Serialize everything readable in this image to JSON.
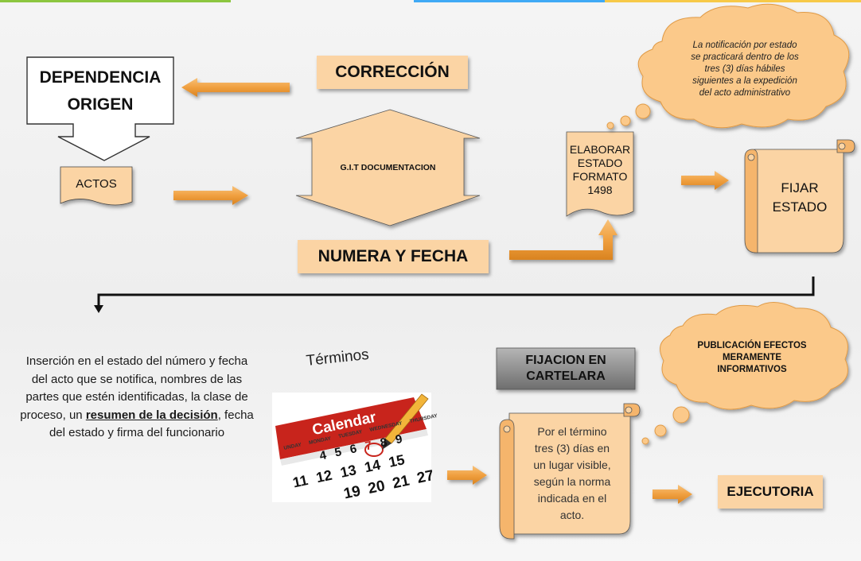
{
  "colors": {
    "peach_fill": "#fbd4a4",
    "arrow_orange": "#f0a040",
    "cloud_fill": "#fbc98a",
    "gray_box": "#8e8e8e",
    "top_bar": [
      "#8cc63f",
      "#3fa9f5",
      "#f7c948"
    ]
  },
  "dependencia_origen": {
    "line1": "DEPENDENCIA",
    "line2": "ORIGEN"
  },
  "actos": "ACTOS",
  "correccion": "CORRECCIÓN",
  "git": "G.I.T DOCUMENTACION",
  "numera_fecha": "NUMERA Y FECHA",
  "elaborar": {
    "line1": "ELABORAR",
    "line2": "ESTADO",
    "line3": "FORMATO",
    "line4": "1498"
  },
  "fijar_estado": {
    "line1": "FIJAR",
    "line2": "ESTADO"
  },
  "cloud_top": {
    "line1": "La notificación por estado",
    "line2": "se practicará dentro de los",
    "line3": "tres (3) días hábiles",
    "line4": "siguientes a la expedición",
    "line5": "del acto administrativo"
  },
  "insercion": {
    "part1": "Inserción en el estado del número y fecha del acto que se notifica, nombres de las partes que estén identificadas, la clase de proceso, un ",
    "underlined": "resumen de la decisión",
    "part2": ", fecha del estado y firma del funcionario"
  },
  "terminos": "Términos",
  "calendar": {
    "title": "Calendar",
    "days": [
      "UNDAY",
      "MONDAY",
      "TUESDAY",
      "WEDNESDAY",
      "THURSDAY"
    ],
    "numbers": [
      "4",
      "5",
      "6",
      "7",
      "8",
      "9",
      "11",
      "12",
      "13",
      "14",
      "15",
      "19",
      "20",
      "21",
      "27"
    ]
  },
  "fijacion_cartelera": {
    "line1": "FIJACION EN",
    "line2": "CARTELARA"
  },
  "scroll_bottom": {
    "line1": "Por el término",
    "line2": "tres (3) días en",
    "line3": "un lugar visible,",
    "line4": "según la norma",
    "line5": "indicada en el",
    "line6": "acto."
  },
  "cloud_bottom": {
    "line1": "PUBLICACIÓN EFECTOS",
    "line2": "MERAMENTE",
    "line3": "INFORMATIVOS"
  },
  "ejecutoria": "EJECUTORIA"
}
